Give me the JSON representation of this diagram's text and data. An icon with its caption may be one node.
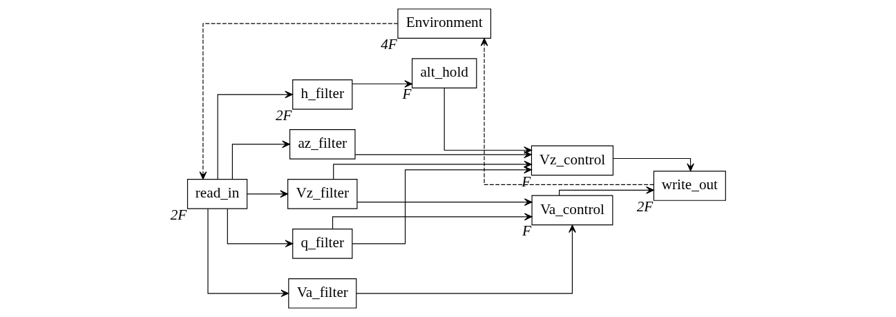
{
  "diagram": {
    "nodes": [
      {
        "text": [
          "Environment"
        ],
        "beside": [
          "4F"
        ]
      },
      {
        "text": [
          "h_filter"
        ],
        "beside": [
          "2F"
        ]
      },
      {
        "text": [
          "alt_hold"
        ],
        "beside": [
          "F"
        ]
      },
      {
        "text": [
          "read_in"
        ],
        "beside": [
          "2F"
        ]
      },
      {
        "text": [
          "az_filter"
        ]
      },
      {
        "text": [
          "Vz_filter"
        ]
      },
      {
        "text": [
          "q_filter"
        ]
      },
      {
        "text": [
          "Va_filter"
        ]
      },
      {
        "text": [
          "Vz_control"
        ],
        "beside": [
          "F"
        ]
      },
      {
        "text": [
          "Va_control"
        ],
        "beside": [
          "F"
        ]
      },
      {
        "text": [
          "write_out"
        ],
        "beside": [
          "2F"
        ]
      }
    ],
    "edges": [
      {
        "from": 0,
        "to": 3,
        "arrow": "to",
        "style": "dashed"
      },
      {
        "from": 3,
        "to": 1,
        "arrow": "to"
      },
      {
        "from": 3,
        "to": 4,
        "arrow": "to"
      },
      {
        "from": 3,
        "to": 5,
        "arrow": "to"
      },
      {
        "from": 3,
        "to": 6,
        "arrow": "to"
      },
      {
        "from": 3,
        "to": 7,
        "arrow": "to"
      },
      {
        "from": 1,
        "to": 2,
        "arrow": "to"
      },
      {
        "from": 2,
        "to": 8,
        "arrow": "to"
      },
      {
        "from": 4,
        "to": 8,
        "arrow": "to"
      },
      {
        "from": 5,
        "to": 8,
        "arrow": "to"
      },
      {
        "from": 5,
        "to": 9,
        "arrow": "to"
      },
      {
        "from": 6,
        "to": 8,
        "arrow": "to"
      },
      {
        "from": 6,
        "to": 9,
        "arrow": "to"
      },
      {
        "from": 7,
        "to": 9,
        "arrow": "to"
      },
      {
        "from": 8,
        "to": 10,
        "arrow": "to"
      },
      {
        "from": 9,
        "to": 10,
        "arrow": "to"
      },
      {
        "from": 10,
        "to": 0,
        "arrow": "to",
        "style": "dashed"
      }
    ]
  }
}
